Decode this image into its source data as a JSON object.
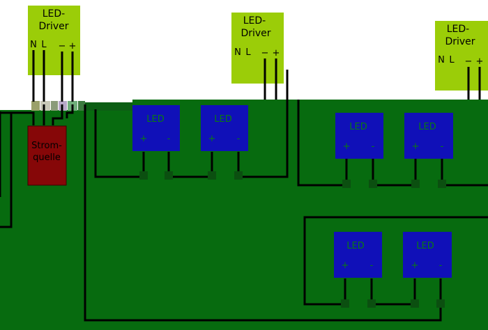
{
  "colors": {
    "board": "#076b0f",
    "wire": "#000000",
    "driver": "#9bcd08",
    "led": "#1010b8",
    "source": "#860708",
    "led_text": "#0a7a12",
    "driver_text": "#000000",
    "source_text": "#000000",
    "background": "#ffffff"
  },
  "drivers": [
    {
      "title": "LED-\nDriver",
      "line1": "LED-",
      "line2": "Driver",
      "pins": {
        "n": "N",
        "l": "L",
        "minus": "−",
        "plus": "+"
      }
    },
    {
      "title": "LED-\nDriver",
      "line1": "LED-",
      "line2": "Driver",
      "pins": {
        "n": "N",
        "l": "L",
        "minus": "−",
        "plus": "+"
      }
    },
    {
      "title": "LED-\nDriver",
      "line1": "LED-",
      "line2": "Driver",
      "pins": {
        "n": "N",
        "l": "L",
        "minus": "−",
        "plus": "+"
      }
    }
  ],
  "power_source": {
    "line1": "Strom-",
    "line2": "quelle"
  },
  "leds": [
    {
      "label": "LED",
      "plus": "+",
      "minus": "-"
    },
    {
      "label": "LED",
      "plus": "+",
      "minus": "-"
    },
    {
      "label": "LED",
      "plus": "+",
      "minus": "-"
    },
    {
      "label": "LED",
      "plus": "+",
      "minus": "-"
    },
    {
      "label": "LED",
      "plus": "+",
      "minus": "-"
    },
    {
      "label": "LED",
      "plus": "+",
      "minus": "-"
    }
  ]
}
